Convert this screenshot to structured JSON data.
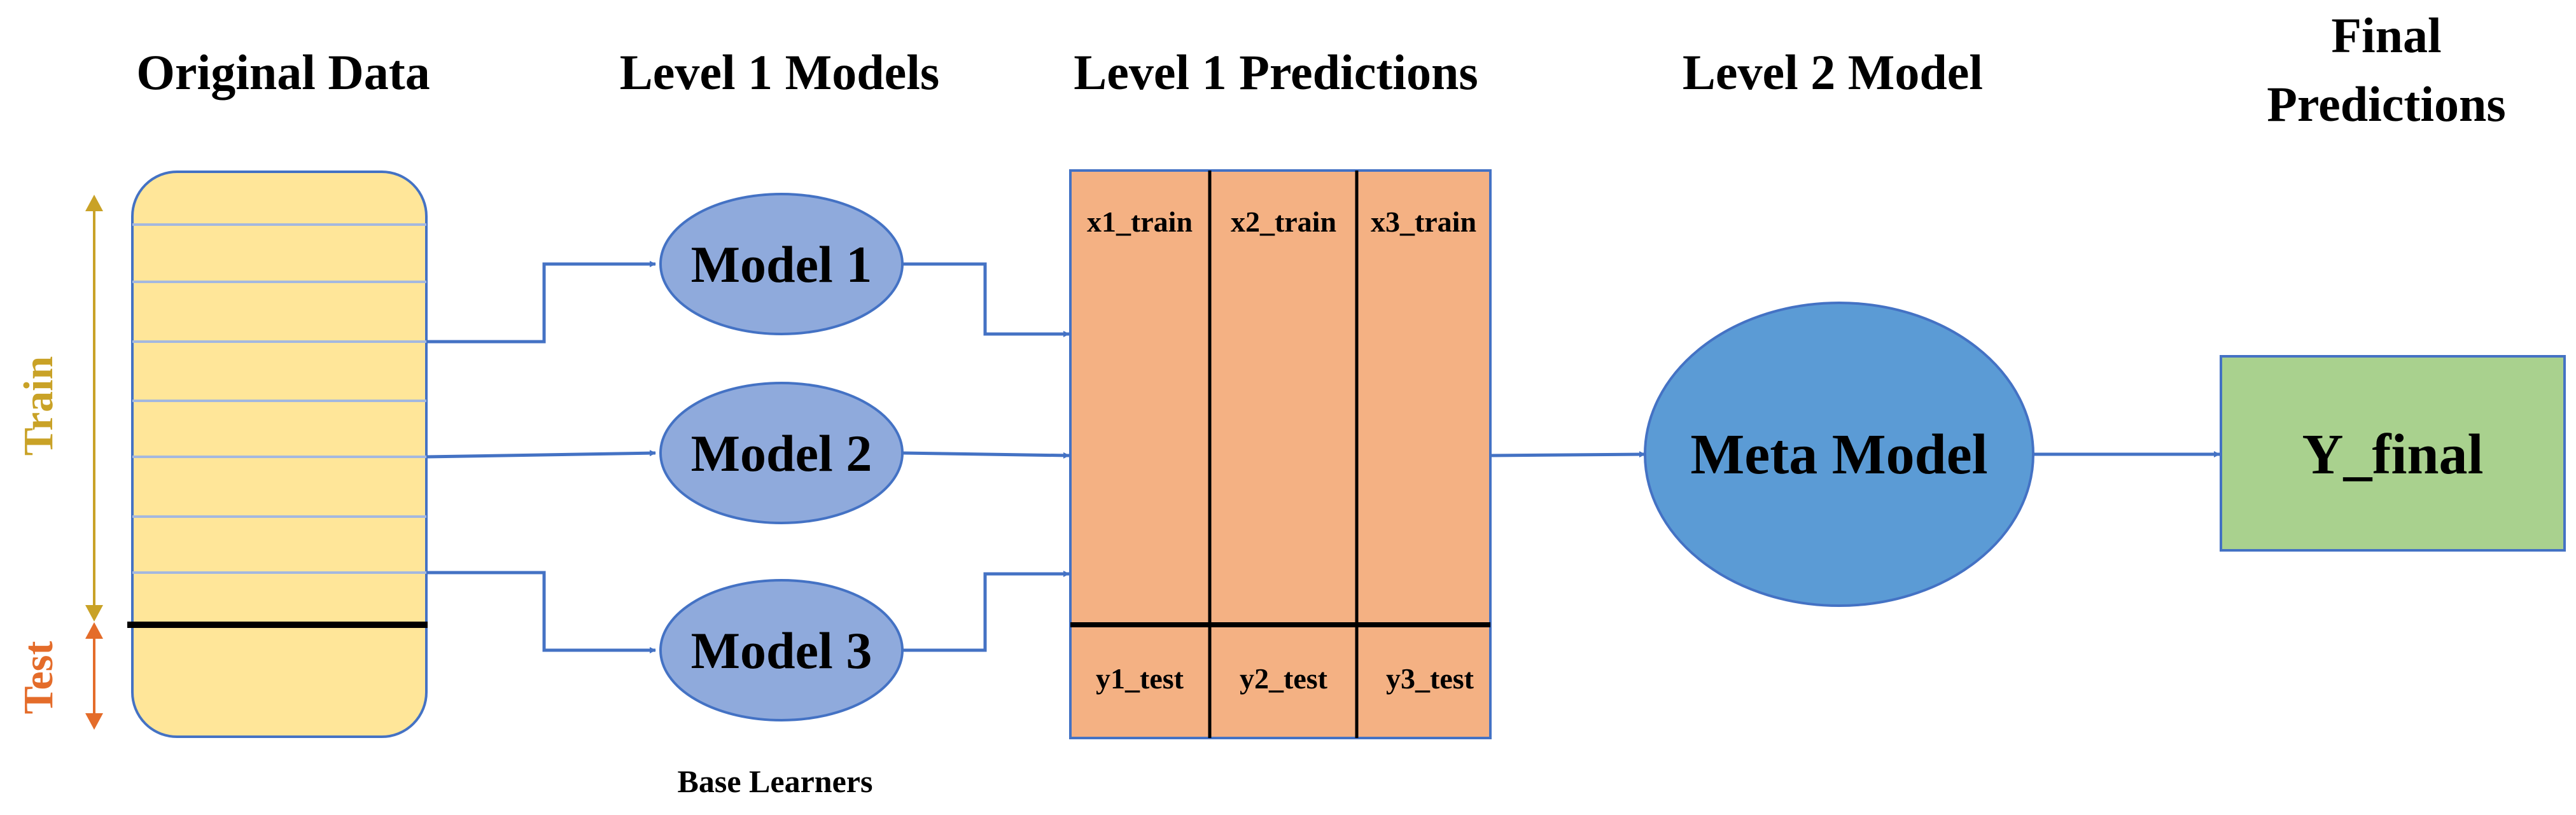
{
  "headings": {
    "original_data": "Original Data",
    "level1_models": "Level 1 Models",
    "level1_predictions": "Level 1 Predictions",
    "level2_model": "Level 2 Model",
    "final_predictions_line1": "Final",
    "final_predictions_line2": "Predictions"
  },
  "original_data": {
    "train_label": "Train",
    "test_label": "Test"
  },
  "models": [
    "Model 1",
    "Model 2",
    "Model 3"
  ],
  "base_learners_caption": "Base Learners",
  "predictions": {
    "train_columns": [
      "x1_train",
      "x2_train",
      "x3_train"
    ],
    "test_columns": [
      "y1_test",
      "y2_test",
      "y3_test"
    ]
  },
  "meta_model": "Meta Model",
  "final_output": "Y_final",
  "colors": {
    "data_fill": "#FFE699",
    "data_stroke": "#4472C4",
    "model_fill": "#8FAADC",
    "model_stroke": "#4472C4",
    "prediction_fill": "#F4B183",
    "meta_fill": "#5B9BD5",
    "final_fill": "#A9D18E",
    "arrow": "#4472C4",
    "train_label": "#C9A227",
    "test_label": "#E46C2A"
  }
}
